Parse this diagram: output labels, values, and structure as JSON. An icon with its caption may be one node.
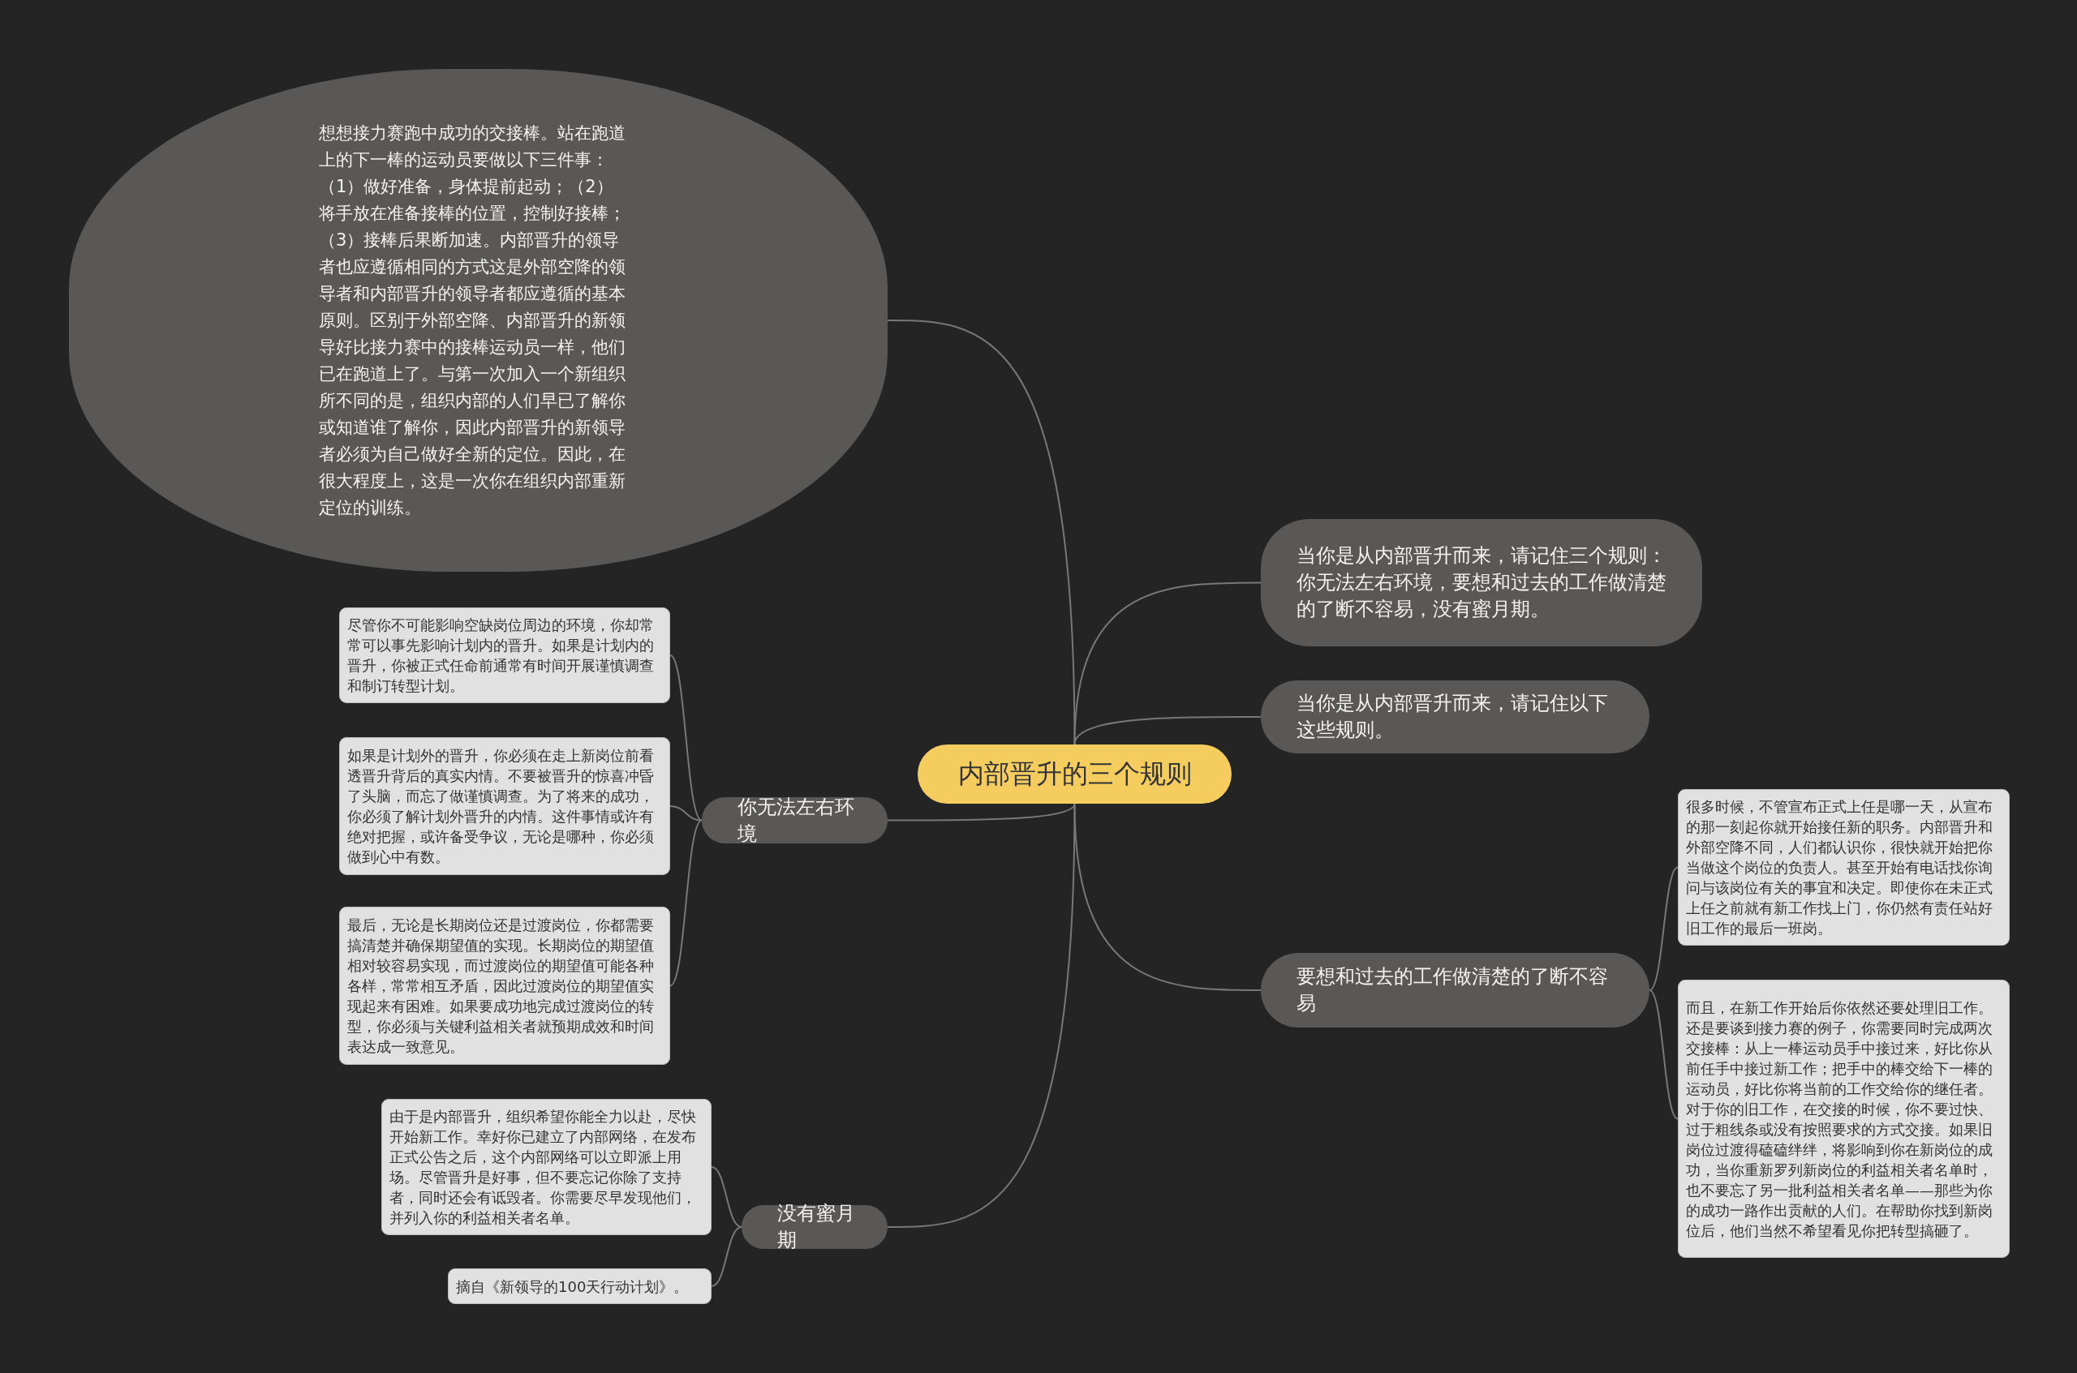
{
  "diagram": {
    "nodes": [
      {
        "text": [
          "内部晋升的三个规则"
        ]
      },
      {
        "text": [
          "想想接力赛跑中成功的交接棒。站在跑道上的下一棒的运动员要做以下三件事：（1）做好准备，身体提前起动；（2）将手放在准备接棒的位置，控制好接棒；（3）接棒后果断加速。内部晋升的领导者也应遵循相同的方式这是外部空降的领导者和内部晋升的领导者都应遵循的基本原则。区别于外部空降、内部晋升的新领导好比接力赛中的接棒运动员一样，他们已在跑道上了。与第一次加入一个新组织所不同的是，组织内部的人们早已了解你或知道谁了解你，因此内部晋升的新领导者必须为自己做好全新的定位。因此，在很大程度上，这是一次你在组织内部重新定位的训练。"
        ]
      },
      {
        "text": [
          "当你是从内部晋升而来，请记住三个规则：你无法左右环境，要想和过去的工作做清楚的了断不容易，没有蜜月期。"
        ]
      },
      {
        "text": [
          "当你是从内部晋升而来，请记住以下这些规则。"
        ]
      },
      {
        "text": [
          "要想和过去的工作做清楚的了断不容易"
        ]
      },
      {
        "text": [
          "很多时候，不管宣布正式上任是哪一天，从宣布的那一刻起你就开始接任新的职务。内部晋升和外部空降不同，人们都认识你，很快就开始把你当做这个岗位的负责人。甚至开始有电话找你询问与该岗位有关的事宜和决定。即使你在未正式上任之前就有新工作找上门，你仍然有责任站好旧工作的最后一班岗。"
        ]
      },
      {
        "text": [
          "而且，在新工作开始后你依然还要处理旧工作。还是要谈到接力赛的例子，你需要同时完成两次交接棒：从上一棒运动员手中接过来，好比你从前任手中接过新工作；把手中的棒交给下一棒的运动员，好比你将当前的工作交给你的继任者。对于你的旧工作，在交接的时候，你不要过快、过于粗线条或没有按照要求的方式交接。如果旧岗位过渡得磕磕绊绊，将影响到你在新岗位的成功，当你重新罗列新岗位的利益相关者名单时，也不要忘了另一批利益相关者名单——那些为你的成功一路作出贡献的人们。在帮助你找到新岗位后，他们当然不希望看见你把转型搞砸了。"
        ]
      },
      {
        "text": [
          "你无法左右环境"
        ]
      },
      {
        "text": [
          "尽管你不可能影响空缺岗位周边的环境，你却常常可以事先影响计划内的晋升。如果是计划内的晋升，你被正式任命前通常有时间开展谨慎调查和制订转型计划。"
        ]
      },
      {
        "text": [
          "如果是计划外的晋升，你必须在走上新岗位前看透晋升背后的真实内情。不要被晋升的惊喜冲昏了头脑，而忘了做谨慎调查。为了将来的成功，你必须了解计划外晋升的内情。这件事情或许有绝对把握，或许备受争议，无论是哪种，你必须做到心中有数。"
        ]
      },
      {
        "text": [
          "最后，无论是长期岗位还是过渡岗位，你都需要搞清楚并确保期望值的实现。长期岗位的期望值相对较容易实现，而过渡岗位的期望值可能各种各样，常常相互矛盾，因此过渡岗位的期望值实现起来有困难。如果要成功地完成过渡岗位的转型，你必须与关键利益相关者就预期成效和时间表达成一致意见。"
        ]
      },
      {
        "text": [
          "没有蜜月期"
        ]
      },
      {
        "text": [
          "由于是内部晋升，组织希望你能全力以赴，尽快开始新工作。幸好你已建立了内部网络，在发布正式公告之后，这个内部网络可以立即派上用场。尽管晋升是好事，但不要忘记你除了支持者，同时还会有诋毁者。你需要尽早发现他们，并列入你的利益相关者名单。"
        ]
      },
      {
        "text": [
          "摘自《新领导的100天行动计划》。"
        ]
      }
    ],
    "edges": [
      {
        "from": 0,
        "to": 1,
        "arrow": "none"
      },
      {
        "from": 0,
        "to": 2,
        "arrow": "none"
      },
      {
        "from": 0,
        "to": 3,
        "arrow": "none"
      },
      {
        "from": 0,
        "to": 4,
        "arrow": "none"
      },
      {
        "from": 4,
        "to": 5,
        "arrow": "none"
      },
      {
        "from": 4,
        "to": 6,
        "arrow": "none"
      },
      {
        "from": 0,
        "to": 7,
        "arrow": "none"
      },
      {
        "from": 7,
        "to": 8,
        "arrow": "none"
      },
      {
        "from": 7,
        "to": 9,
        "arrow": "none"
      },
      {
        "from": 7,
        "to": 10,
        "arrow": "none"
      },
      {
        "from": 0,
        "to": 11,
        "arrow": "none"
      },
      {
        "from": 11,
        "to": 12,
        "arrow": "none"
      },
      {
        "from": 11,
        "to": 13,
        "arrow": "none"
      }
    ]
  }
}
